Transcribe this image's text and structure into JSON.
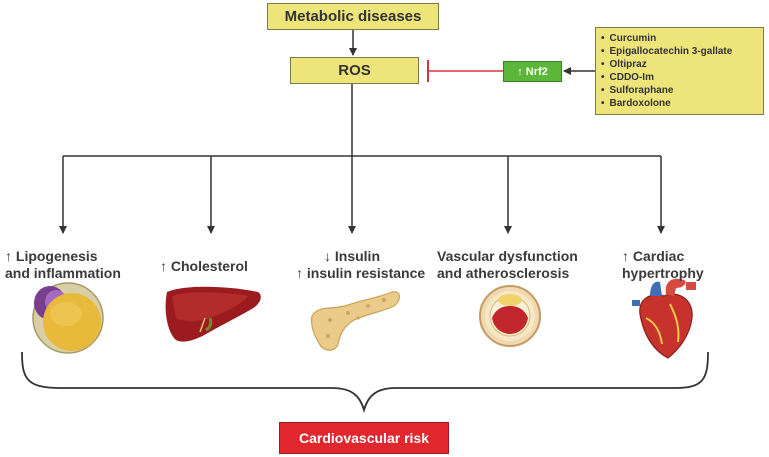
{
  "top_box": "Metabolic diseases",
  "ros_box": "ROS",
  "nrf2_box": "↑ Nrf2",
  "drugs": [
    "Curcumin",
    "Epigallocatechin 3-gallate",
    "Oltipraz",
    "CDDO-Im",
    "Sulforaphane",
    "Bardoxolone"
  ],
  "outcomes": [
    {
      "line1": "↑ Lipogenesis",
      "line2": "and inflammation",
      "icon": "adipocyte-icon"
    },
    {
      "line1": "↑ Cholesterol",
      "line2": "",
      "icon": "liver-icon"
    },
    {
      "line1": "↓ Insulin",
      "line2": "↑ insulin resistance",
      "icon": "pancreas-icon"
    },
    {
      "line1": "Vascular dysfunction",
      "line2": "and atherosclerosis",
      "icon": "artery-icon"
    },
    {
      "line1": "↑ Cardiac",
      "line2": "hypertrophy",
      "icon": "heart-icon"
    }
  ],
  "bottom_box": "Cardiovascular risk",
  "colors": {
    "yellow": "#ede57a",
    "green": "#5cb63a",
    "red": "#e1272e",
    "inhibit": "#d9333f"
  }
}
